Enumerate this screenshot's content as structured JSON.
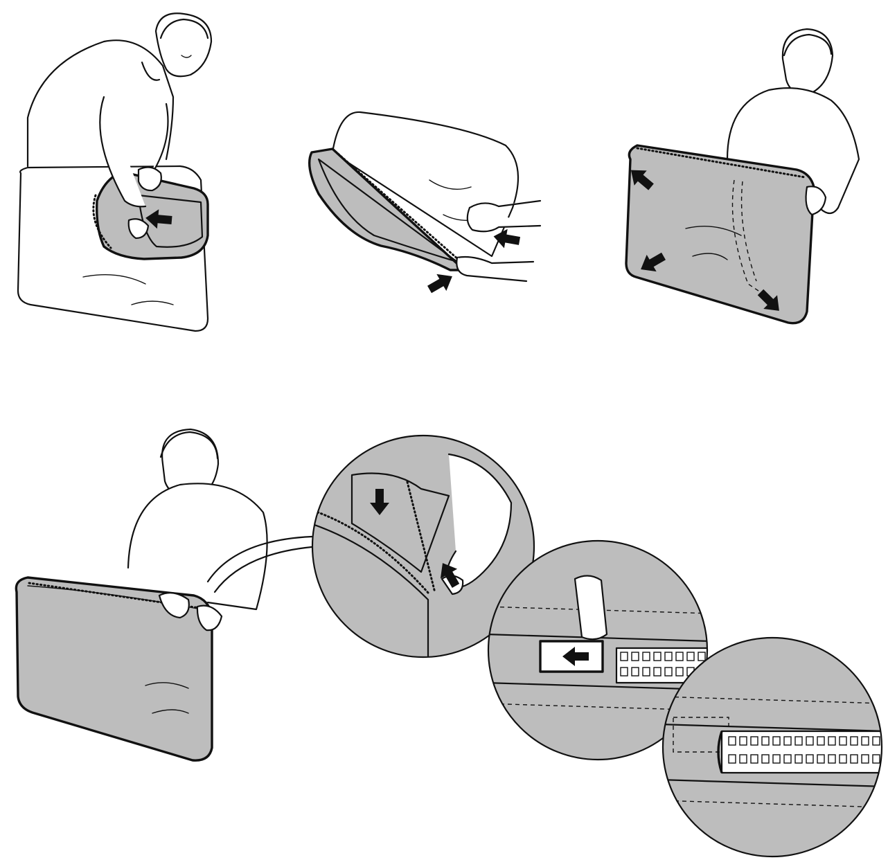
{
  "illustration": {
    "steps": [
      {
        "id": 1,
        "icon": "person-inserting-cushion-into-cover"
      },
      {
        "id": 2,
        "icon": "hands-pulling-cover-over-cushion"
      },
      {
        "id": 3,
        "icon": "person-smoothing-cover-corners"
      },
      {
        "id": 4,
        "icon": "person-closing-zipper"
      },
      {
        "id": 5,
        "icon": "zipper-closing-detail"
      },
      {
        "id": 6,
        "icon": "zipper-pull-tucked-detail"
      },
      {
        "id": 7,
        "icon": "zipper-closed-detail"
      }
    ],
    "arrow_icon": "arrow-icon"
  },
  "colors": {
    "ink": "#111111",
    "cover_fill": "#bdbdbd",
    "cover_dark": "#8f8f8f",
    "cushion_fill": "#ffffff",
    "background": "#ffffff"
  }
}
